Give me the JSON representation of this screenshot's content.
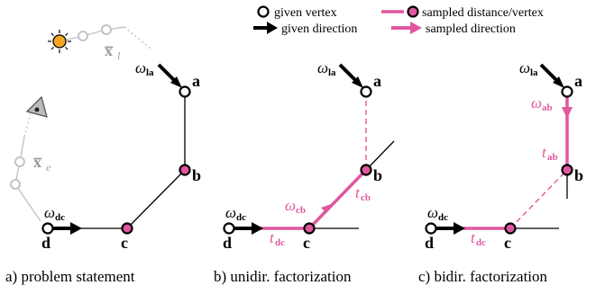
{
  "legend": {
    "given_vertex": "given vertex",
    "given_direction": "given direction",
    "sampled_distance_vertex": "sampled distance/vertex",
    "sampled_direction": "sampled direction"
  },
  "paths": {
    "light": "x̅",
    "light_sub": "l",
    "eye": "x̅",
    "eye_sub": "e"
  },
  "vertices": {
    "a": "a",
    "b": "b",
    "c": "c",
    "d": "d"
  },
  "omega": {
    "sym": "ω",
    "la": "la",
    "dc": "dc",
    "cb": "cb",
    "ab": "ab"
  },
  "t": {
    "sym": "t",
    "dc": "dc",
    "cb": "cb",
    "ab": "ab"
  },
  "captions": {
    "a": "a) problem statement",
    "b": "b) unidir. factorization",
    "c": "c) bidir. factorization"
  },
  "colors": {
    "pink": "#e0569f",
    "grey": "#b0b0b0",
    "sun": "#f5a623"
  }
}
